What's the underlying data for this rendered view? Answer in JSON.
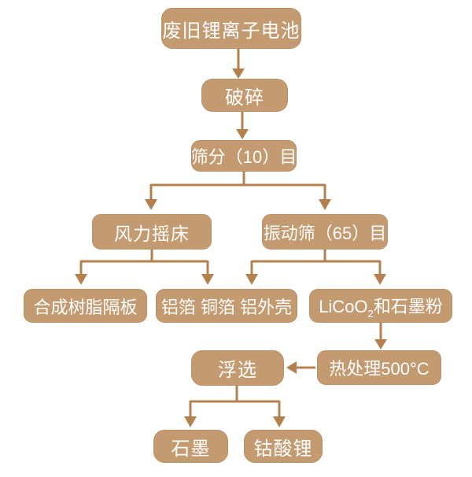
{
  "diagram": {
    "type": "flowchart",
    "language": "zh-CN",
    "topic": "废旧锂离子电池回收处理流程"
  },
  "colors": {
    "node_fill": "#C49A71",
    "node_border": "#BA9064",
    "node_text": "#FFFFFF",
    "connector": "#B4814E",
    "background": "#FFFFFF"
  },
  "nodes": {
    "waste_battery": {
      "label": "废旧锂离子电池"
    },
    "crushing": {
      "label": "破碎"
    },
    "sieving": {
      "label": "筛分（10）目"
    },
    "air_table": {
      "label": "风力摇床"
    },
    "vibrating_screen": {
      "label": "振动筛（65）目"
    },
    "resin_separator": {
      "label": "合成树脂隔板"
    },
    "foils_casing": {
      "label": "铝箔 铜箔 铝外壳"
    },
    "licoo2_graphite": {
      "prefix": "LiCoO",
      "subscript": "2",
      "suffix": "和石墨粉"
    },
    "flotation": {
      "label": "浮选"
    },
    "heat_treatment": {
      "label": "热处理500°C"
    },
    "graphite": {
      "label": "石墨"
    },
    "lithium_cobaltate": {
      "label": "钴酸锂"
    }
  },
  "edges": [
    {
      "from": "废旧锂离子电池",
      "to": "破碎"
    },
    {
      "from": "破碎",
      "to": "筛分（10）目"
    },
    {
      "from": "筛分（10）目",
      "to": "风力摇床"
    },
    {
      "from": "筛分（10）目",
      "to": "振动筛（65）目"
    },
    {
      "from": "风力摇床",
      "to": "合成树脂隔板"
    },
    {
      "from": "风力摇床",
      "to": "铝箔 铜箔 铝外壳"
    },
    {
      "from": "振动筛（65）目",
      "to": "铝箔 铜箔 铝外壳"
    },
    {
      "from": "振动筛（65）目",
      "to": "LiCoO2和石墨粉"
    },
    {
      "from": "LiCoO2和石墨粉",
      "to": "热处理500°C"
    },
    {
      "from": "热处理500°C",
      "to": "浮选"
    },
    {
      "from": "浮选",
      "to": "石墨"
    },
    {
      "from": "浮选",
      "to": "钴酸锂"
    }
  ]
}
